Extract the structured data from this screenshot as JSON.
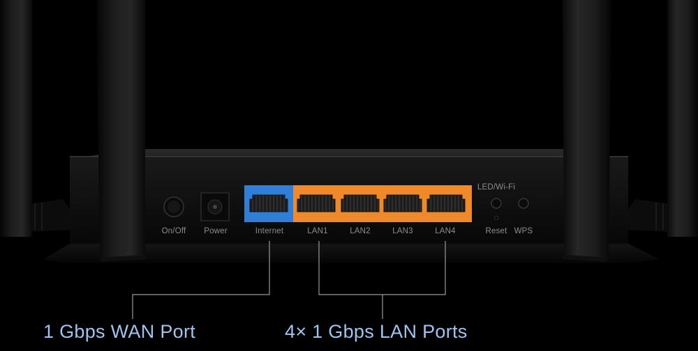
{
  "ports": {
    "onoff": "On/Off",
    "power": "Power",
    "internet": "Internet",
    "lan": [
      "LAN1",
      "LAN2",
      "LAN3",
      "LAN4"
    ],
    "led_wifi": "LED/Wi-Fi",
    "reset": "Reset",
    "wps": "WPS"
  },
  "captions": {
    "wan": "1 Gbps WAN Port",
    "lan": "4× 1 Gbps LAN Ports"
  },
  "colors": {
    "wan_port": "#2f7fd8",
    "lan_ports": "#f08a28",
    "caption_text": "#9ec5f0",
    "callout_line": "#9a9a9a"
  }
}
